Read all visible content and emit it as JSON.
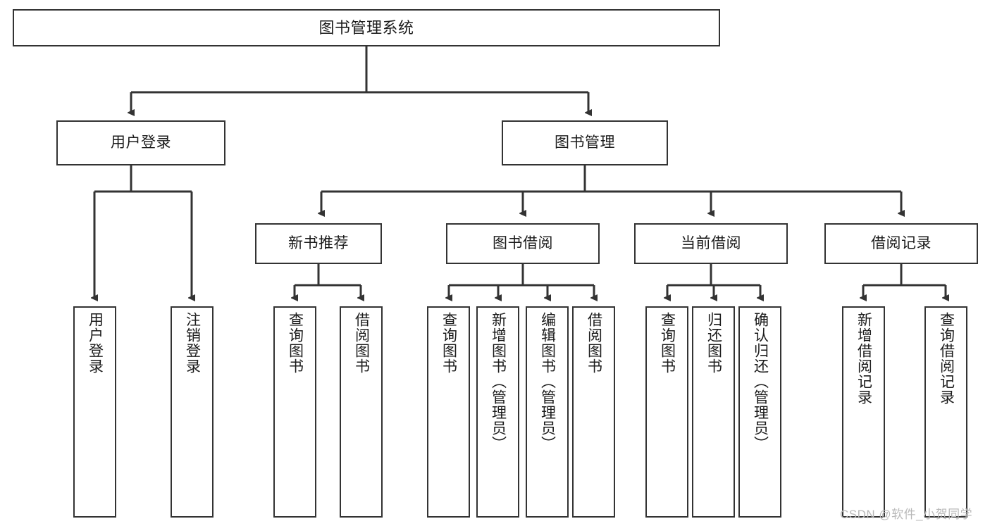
{
  "diagram": {
    "type": "tree",
    "title": "图书管理系统",
    "root": {
      "label": "图书管理系统"
    },
    "level2": [
      {
        "label": "用户登录"
      },
      {
        "label": "图书管理"
      }
    ],
    "level3": [
      {
        "label": "新书推荐"
      },
      {
        "label": "图书借阅"
      },
      {
        "label": "当前借阅"
      },
      {
        "label": "借阅记录"
      }
    ],
    "leaves": {
      "user_login": [
        {
          "label": "用户登录"
        },
        {
          "label": "注销登录"
        }
      ],
      "new_book_recommend": [
        {
          "label": "查询图书"
        },
        {
          "label": "借阅图书"
        }
      ],
      "book_borrow": [
        {
          "label": "查询图书"
        },
        {
          "label": "新增图书（管理员）"
        },
        {
          "label": "编辑图书（管理员）"
        },
        {
          "label": "借阅图书"
        }
      ],
      "current_borrow": [
        {
          "label": "查询图书"
        },
        {
          "label": "归还图书"
        },
        {
          "label": "确认归还（管理员）"
        }
      ],
      "borrow_record": [
        {
          "label": "新增借阅记录"
        },
        {
          "label": "查询借阅记录"
        }
      ]
    }
  },
  "watermark": {
    "text": "CSDN @软件_小贺同学"
  },
  "colors": {
    "background": "#ffffff",
    "box_border": "#333333",
    "box_fill": "#ffffff",
    "edge": "#333333",
    "text": "#1b1b1b",
    "watermark": "#b9b9b9"
  }
}
